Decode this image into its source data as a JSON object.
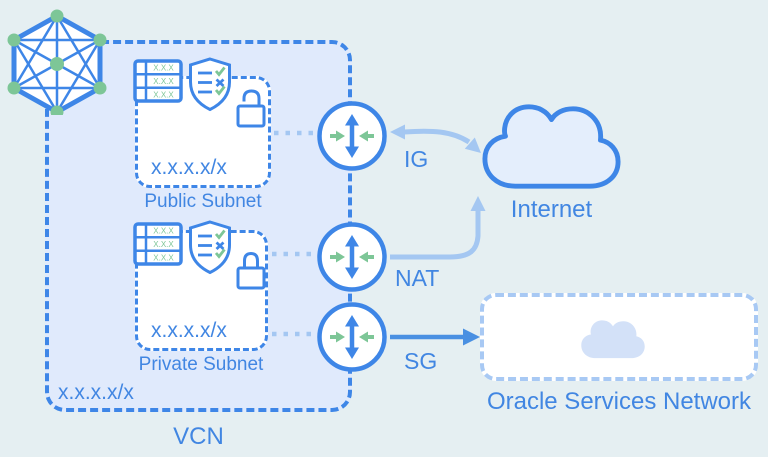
{
  "vcn": {
    "label": "VCN",
    "cidr": "x.x.x.x/x"
  },
  "subnets": [
    {
      "label": "Public Subnet",
      "cidr": "x.x.x.x/x",
      "lock_state": "unlocked"
    },
    {
      "label": "Private Subnet",
      "cidr": "x.x.x.x/x",
      "lock_state": "locked"
    }
  ],
  "gateways": [
    {
      "label": "IG",
      "name": "internet-gateway"
    },
    {
      "label": "NAT",
      "name": "nat-gateway"
    },
    {
      "label": "SG",
      "name": "service-gateway"
    }
  ],
  "internet": {
    "label": "Internet"
  },
  "oracle_services_network": {
    "label": "Oracle Services Network"
  },
  "route_table": {
    "rows": [
      "X.X.X",
      "X.X.X",
      "X.X.X"
    ]
  },
  "colors": {
    "background": "#e5eff2",
    "vcn_fill": "#e0eafc",
    "primary_blue": "#3e86e7",
    "label_blue": "#4186e2",
    "light_arrow_blue": "#a4c7f2",
    "green": "#7dc697",
    "internet_cloud_fill": "#e4eefc",
    "osn_border_blue": "#a8c9f4",
    "osn_cloud_fill": "#d3e1f8",
    "subnet_fill": "#ffffff"
  }
}
